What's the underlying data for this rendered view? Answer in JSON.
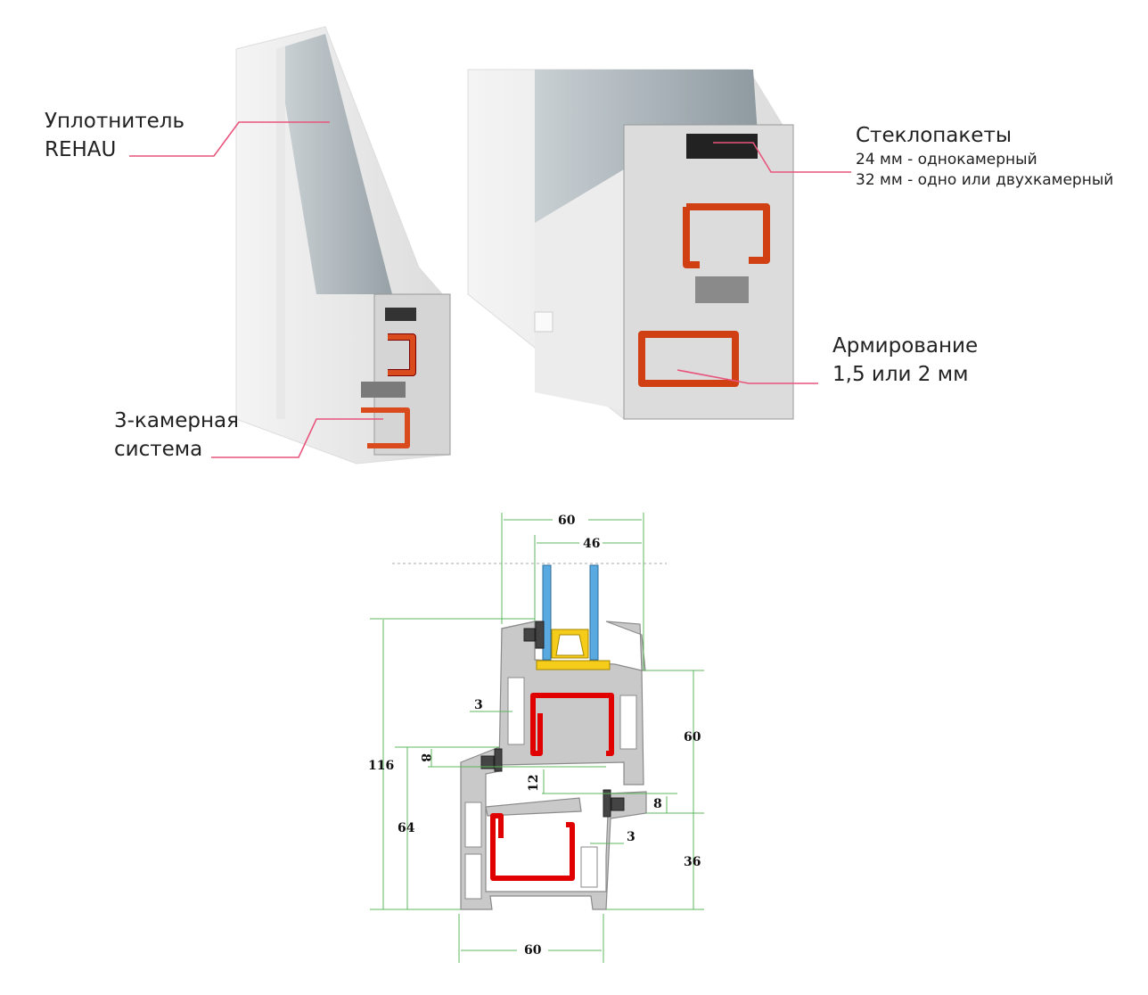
{
  "callouts": {
    "seal": {
      "line1": "Уплотнитель",
      "line2": "REHAU"
    },
    "chambers": {
      "line1": "3-камерная",
      "line2": "система"
    },
    "glazing": {
      "title": "Стеклопакеты",
      "line1": "24 мм - однокамерный",
      "line2": "32 мм - одно или двухкамерный"
    },
    "reinforcement": {
      "line1": "Армирование",
      "line2": "1,5 или 2 мм"
    }
  },
  "dimensions": {
    "top_width": "60",
    "glass_width": "46",
    "total_height": "116",
    "frame_height": "64",
    "overlap_left": "8",
    "wall_left": "3",
    "gap": "12",
    "sash_height": "60",
    "overlap_right": "8",
    "lower_height": "36",
    "wall_right": "3",
    "bottom_width": "60"
  },
  "colors": {
    "leader": "#e8557c",
    "reinforcement": "#e00000",
    "glass": "#5aa9e0",
    "spacer": "#f5cc1a",
    "dimension_line": "#5cb85c"
  }
}
